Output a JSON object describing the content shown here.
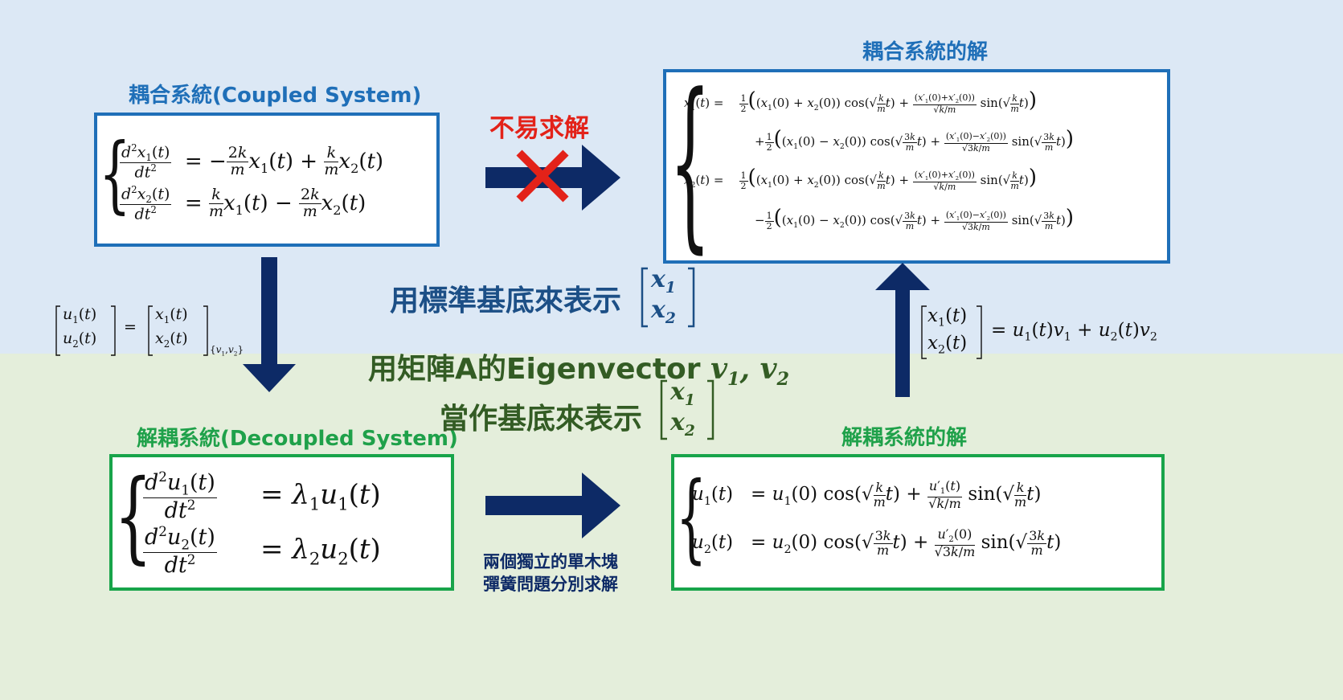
{
  "labels": {
    "coupled_system": "耦合系統(Coupled System)",
    "coupled_solution": "耦合系統的解",
    "decoupled_system": "解耦系統(Decoupled System)",
    "decoupled_solution": "解耦系統的解",
    "hard_to_solve": "不易求解",
    "standard_basis_prefix": "用標準基底來表示",
    "eigen_line1_prefix": "用矩陣A的Eigenvector ",
    "eigen_line2_prefix": "當作基底來表示",
    "two_problems_line1": "兩個獨立的單木塊",
    "two_problems_line2": "彈簧問題分別求解"
  },
  "colors": {
    "top_background": "#dce8f5",
    "bottom_background": "#e4eedb",
    "blue": "#1f6fb8",
    "green": "#18a44a",
    "dark_navy": "#0d2a66",
    "red": "#e32219",
    "dark_blue_text": "#1c4f86",
    "dark_green_text": "#335c24"
  },
  "icons": {
    "forbidden_mark": "red-x-icon"
  }
}
